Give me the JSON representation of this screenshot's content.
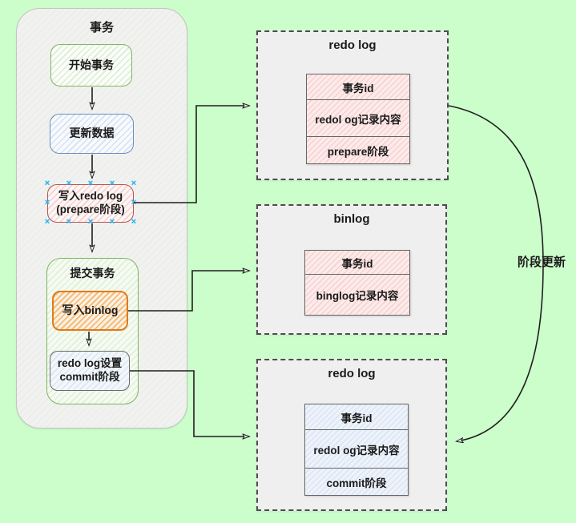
{
  "transaction_panel": {
    "title": "事务",
    "nodes": {
      "start": {
        "label": "开始事务"
      },
      "update": {
        "label": "更新数据"
      },
      "write_redo_prepare": {
        "label": "写入redo log\n(prepare阶段)"
      },
      "commit_group": {
        "title": "提交事务"
      },
      "write_binlog": {
        "label": "写入binlog"
      },
      "redo_set_commit": {
        "label": "redo log设置\ncommit阶段"
      }
    }
  },
  "panels": {
    "redo_log_prepare": {
      "title": "redo log",
      "rows": [
        "事务id",
        "redol og记录内容",
        "prepare阶段"
      ]
    },
    "binlog": {
      "title": "binlog",
      "rows": [
        "事务id",
        "binglog记录内容"
      ]
    },
    "redo_log_commit": {
      "title": "redo log",
      "rows": [
        "事务id",
        "redol og记录内容",
        "commit阶段"
      ]
    }
  },
  "labels": {
    "stage_update": "阶段更新"
  },
  "colors": {
    "background": "#ccfecb",
    "panel_fill": "#f1f2ef",
    "dashed_panel_fill": "#efefef",
    "dashed_border": "#4d4d4d",
    "green_border": "#82b366",
    "blue_border": "#6c8ebf",
    "red_border": "#b85450",
    "orange_border": "#e07b1a",
    "gray_border": "#6b6b6b",
    "pink_row_fill": "#f6d2d0",
    "blue_row_fill": "#d9e5f4",
    "selection_handle": "#29b6f2",
    "arrow": "#1f1f1f"
  }
}
